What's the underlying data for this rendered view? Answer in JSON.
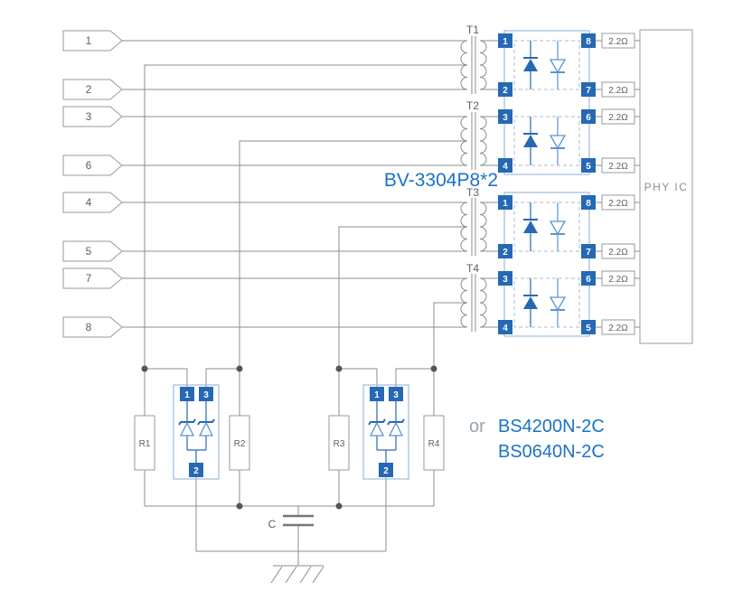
{
  "input_pins": [
    "1",
    "2",
    "3",
    "6",
    "4",
    "5",
    "7",
    "8"
  ],
  "transformers": [
    "T1",
    "T2",
    "T3",
    "T4"
  ],
  "tvs_array": {
    "label": "BV-3304P8*2",
    "blocks": [
      {
        "left_pins": [
          "1",
          "2",
          "3",
          "4"
        ],
        "right_pins": [
          "8",
          "7",
          "6",
          "5"
        ]
      },
      {
        "left_pins": [
          "1",
          "2",
          "3",
          "4"
        ],
        "right_pins": [
          "8",
          "7",
          "6",
          "5"
        ]
      }
    ]
  },
  "series_resistor_value": "2.2Ω",
  "phy_label": "PHY IC",
  "bottom_resistors": [
    "R1",
    "R2",
    "R3",
    "R4"
  ],
  "bottom_tvs": {
    "top_pins": [
      "1",
      "3"
    ],
    "bottom_pin": "2",
    "or_label": "or",
    "part1": "BS4200N-2C",
    "part2": "BS0640N-2C"
  },
  "capacitor_label": "C",
  "colors": {
    "wire": "#8c8c8c",
    "dot": "#555555",
    "box_border": "#9a9a9a",
    "text_gray": "#5a5f66",
    "blue": "#2569b5",
    "blue_open": "#5b94cf",
    "light_blue": "#9cbcdf",
    "dash": "#a5bcd2",
    "label_blue": "#1b72c8"
  }
}
